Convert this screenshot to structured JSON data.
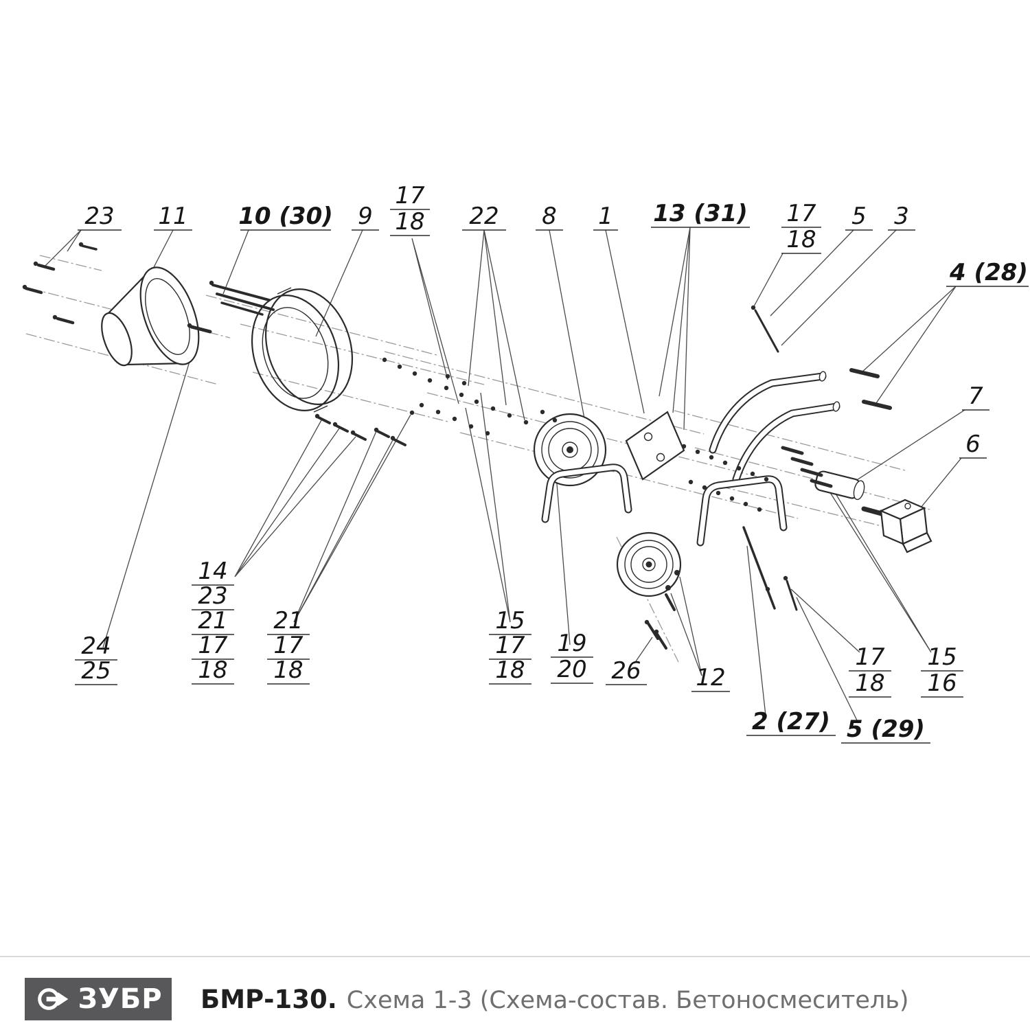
{
  "colors": {
    "diagram_line": "#2b2b2b",
    "centerline": "#9a9a9a",
    "leader": "#4a4a4a",
    "logo_bg": "#58585a",
    "logo_fg": "#ffffff",
    "model_color": "#1f1f1f",
    "scheme_color": "#6f6f6f",
    "divider": "#d9d9d9",
    "background": "#ffffff"
  },
  "footer": {
    "logo_text": "ЗУБР",
    "model": "БМР-130.",
    "scheme": "Схема 1-3 (Схема-состав. Бетоносмеситель)"
  },
  "labels": {
    "t23": "23",
    "t11": "11",
    "t10": "10 (30)",
    "t9": "9",
    "t17a": "17",
    "t18a": "18",
    "t22": "22",
    "t8": "8",
    "t1": "1",
    "t13": "13 (31)",
    "t17b": "17",
    "t18b": "18",
    "t5a": "5",
    "t3": "3",
    "t4": "4 (28)",
    "t7": "7",
    "t6": "6",
    "s14": "14",
    "s23": "23",
    "s21": "21",
    "s17": "17",
    "s18": "18",
    "t24": "24",
    "t25": "25",
    "u21": "21",
    "u17": "17",
    "u18": "18",
    "v15": "15",
    "v17": "17",
    "v18": "18",
    "t19": "19",
    "t20": "20",
    "t26": "26",
    "t12": "12",
    "w17": "17",
    "w18": "18",
    "x15": "15",
    "x16": "16",
    "t2": "2 (27)",
    "t5b": "5 (29)"
  }
}
